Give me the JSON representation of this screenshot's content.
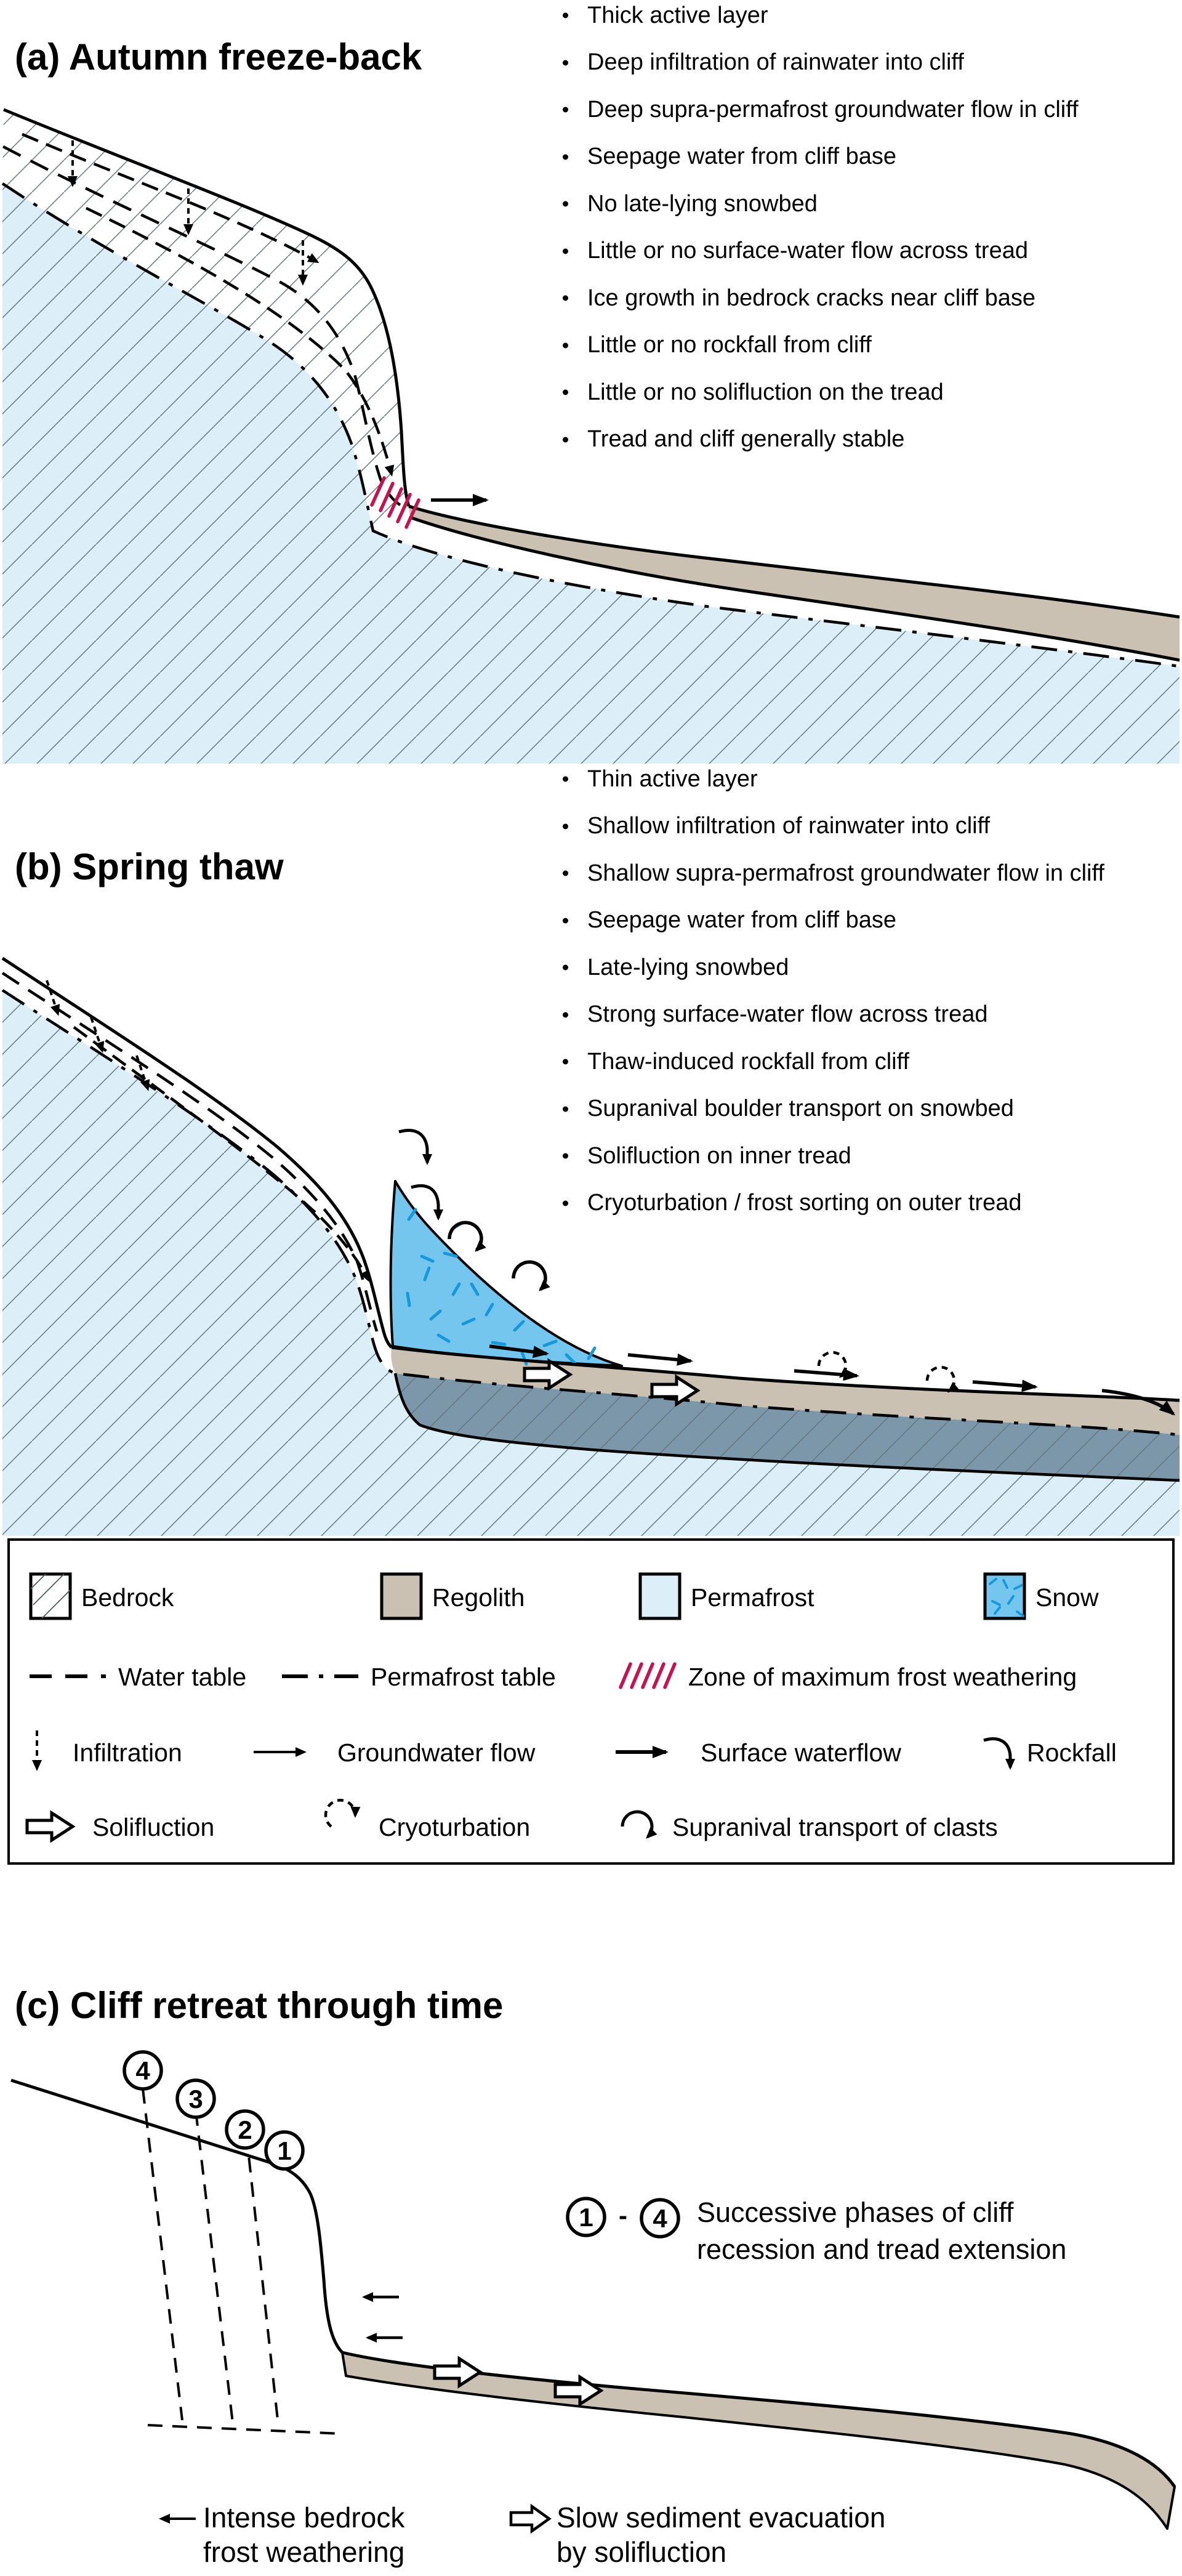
{
  "panel_a": {
    "title": "(a) Autumn freeze-back",
    "bullets": [
      "Thick active layer",
      "Deep infiltration of rainwater into cliff",
      "Deep supra-permafrost groundwater flow in cliff",
      "Seepage water from cliff base",
      "No late-lying snowbed",
      "Little or no surface-water flow across tread",
      "Ice growth in bedrock cracks near cliff base",
      "Little or no rockfall from cliff",
      "Little or no solifluction on the tread",
      "Tread and cliff generally stable"
    ]
  },
  "panel_b": {
    "title": "(b) Spring thaw",
    "bullets": [
      "Thin active layer",
      "Shallow infiltration of rainwater into cliff",
      "Shallow supra-permafrost groundwater flow in cliff",
      "Seepage water from cliff base",
      "Late-lying snowbed",
      "Strong surface-water flow across tread",
      "Thaw-induced rockfall from cliff",
      "Supranival boulder transport on snowbed",
      "Solifluction on inner tread",
      "Cryoturbation / frost sorting on outer tread"
    ]
  },
  "legend": {
    "swatches": [
      {
        "label": "Bedrock"
      },
      {
        "label": "Regolith"
      },
      {
        "label": "Permafrost"
      },
      {
        "label": "Snow"
      }
    ],
    "lines": [
      {
        "label": "Water table"
      },
      {
        "label": "Permafrost table"
      },
      {
        "label": "Zone of maximum frost weathering"
      }
    ],
    "arrows": [
      {
        "label": "Infiltration"
      },
      {
        "label": "Groundwater flow"
      },
      {
        "label": "Surface waterflow"
      },
      {
        "label": "Rockfall"
      },
      {
        "label": "Solifluction"
      },
      {
        "label": "Cryoturbation"
      },
      {
        "label": "Supranival transport of clasts"
      }
    ]
  },
  "panel_c": {
    "title": "(c) Cliff retreat through time",
    "phases": [
      "4",
      "3",
      "2",
      "1"
    ],
    "range": {
      "from": "1",
      "dash": "-",
      "to": "4",
      "text_line1": "Successive phases of cliff",
      "text_line2": "recession and tread extension"
    },
    "caption_left": {
      "line1": "Intense bedrock",
      "line2": "frost weathering"
    },
    "caption_right": {
      "line1": "Slow sediment evacuation",
      "line2": "by solifluction"
    }
  },
  "colors": {
    "permafrost": "#dceef7",
    "regolith": "#cac1b3",
    "snow": "#74c6ee",
    "snow_dash": "#1898d8",
    "saturated_regolith": "#7d97aa",
    "frost_weathering_red": "#c6134f",
    "hatch_line": "#64767f"
  }
}
